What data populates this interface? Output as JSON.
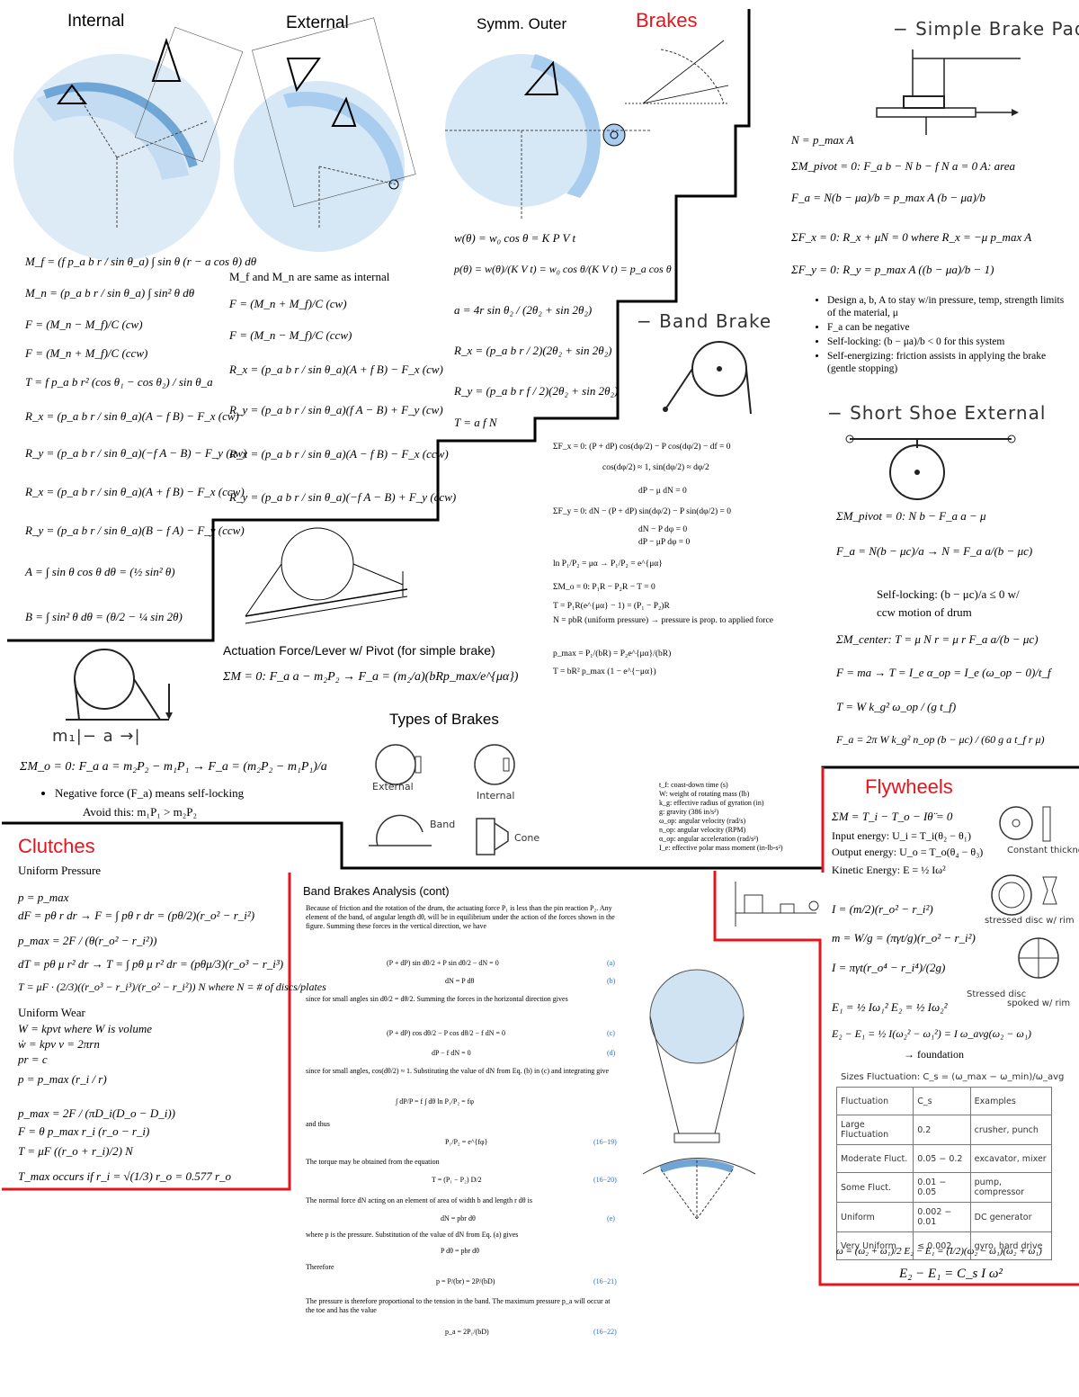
{
  "headers": {
    "internal": "Internal",
    "external": "External",
    "symm_outer": "Symm. Outer",
    "brakes": "Brakes",
    "clutches": "Clutches",
    "flywheels": "Flywheels",
    "types_of_brakes": "Types of Brakes",
    "actuation": "Actuation Force/Lever w/ Pivot (for simple brake)",
    "band_analysis": "Band Brakes Analysis (cont)"
  },
  "colors": {
    "accent_red": "#e8141b",
    "drum_blue": "#cfe3f3",
    "shoe_blue": "#a9cdee",
    "border_black": "#000000"
  },
  "internal_eqs": [
    "M_f = (f p_a b r / sin θ_a) ∫ sin θ (r − a cos θ) dθ",
    "M_n = (p_a b r / sin θ_a) ∫ sin² θ dθ",
    "F = (M_n − M_f)/C  (cw)",
    "F = (M_n + M_f)/C  (ccw)",
    "T = f p_a b r² (cos θ₁ − cos θ₂) / sin θ_a",
    "R_x = (p_a b r / sin θ_a)(A − f B) − F_x  (cw)",
    "R_y = (p_a b r / sin θ_a)(−f A − B) − F_y  (cw)",
    "R_x = (p_a b r / sin θ_a)(A + f B) − F_x  (ccw)",
    "R_y = (p_a b r / sin θ_a)(B − f A) − F_y  (ccw)",
    "A = ∫ sin θ cos θ dθ = (½ sin² θ)",
    "B = ∫ sin² θ dθ = (θ/2 − ¼ sin 2θ)"
  ],
  "external_eqs": [
    "M_f and M_n are same as internal",
    "F = (M_n + M_f)/C  (cw)",
    "F = (M_n − M_f)/C  (ccw)",
    "R_x = (p_a b r / sin θ_a)(A + f B) − F_x  (cw)",
    "R_y = (p_a b r / sin θ_a)(f A − B) + F_y  (cw)",
    "R_x = (p_a b r / sin θ_a)(A − f B) − F_x  (ccw)",
    "R_y = (p_a b r / sin θ_a)(−f A − B) + F_y  (ccw)"
  ],
  "symm_eqs": [
    "w(θ) = w₀ cos θ = K P V t",
    "p(θ) = w(θ)/(K V t) = w₀ cos θ/(K V t) = p_a cos θ",
    "a = 4r sin θ₂ / (2θ₂ + sin 2θ₂)",
    "R_x = (p_a b r / 2)(2θ₂ + sin 2θ₂)",
    "R_y = (p_a b r f / 2)(2θ₂ + sin 2θ₂)",
    "T = a f N"
  ],
  "simple_pad": {
    "title": "− Simple Brake Pad",
    "eqs": [
      "N = p_max A",
      "ΣM_pivot = 0: F_a b − N b − f N a = 0    A: area",
      "F_a = N(b − μa)/b = p_max A (b − μa)/b",
      "ΣF_x = 0: R_x + μN = 0 where R_x = −μ p_max A",
      "ΣF_y = 0: R_y = p_max A ((b − μa)/b − 1)"
    ],
    "bullets": [
      "Design a, b, A to stay w/in pressure, temp, strength limits of the material, μ",
      "F_a can be negative",
      "Self-locking: (b − μa)/b < 0 for this system",
      "Self-energizing: friction assists in applying the brake (gentle stopping)"
    ]
  },
  "short_shoe": {
    "title": "− Short Shoe External",
    "eqs": [
      "ΣM_pivot = 0: N b − F_a a − μ",
      "F_a = N(b − μc)/a → N = F_a a/(b − μc)",
      "Self-locking: (b − μc)/a ≤ 0 w/",
      "ccw motion of drum",
      "ΣM_center: T = μ N r = μ r F_a a/(b − μc)",
      "F = ma → T = I_e α_op = I_e (ω_op − 0)/t_f",
      "T = W k_g² ω_op / (g t_f)",
      "F_a = 2π W k_g² n_op (b − μc) / (60 g a t_f r μ)"
    ]
  },
  "band_brake": {
    "title": "− Band Brake",
    "eqs": [
      "ΣF_x = 0: (P + dP) cos(dφ/2) − P cos(dφ/2) − df = 0",
      "cos(dφ/2) ≈ 1, sin(dφ/2) ≈ dφ/2",
      "dP − μ dN = 0",
      "ΣF_y = 0: dN − (P + dP) sin(dφ/2) − P sin(dφ/2) = 0",
      "dN − P dφ = 0",
      "dP − μP dφ = 0",
      "ln P₁/P₂ = μα → P₁/P₂ = e^{μα}",
      "ΣM_o = 0: P₁R − P₂R − T = 0",
      "T = P₁R(e^{μα} − 1) = (P₁ − P₂)R",
      "N = pbR (uniform pressure) → pressure is prop. to applied force",
      "p_max = P₁/(bR) = P₂e^{μα}/(bR)",
      "T = bR² p_max (1 − e^{−μα})"
    ]
  },
  "actuation": {
    "eq": "ΣM = 0: F_a a − m₂P₂ → F_a = (m₂/a)(bRp_max/e^{μα})"
  },
  "lever": {
    "eq": "ΣM_o = 0: F_a a = m₂P₂ − m₁P₁ → F_a = (m₂P₂ − m₁P₁)/a",
    "bullet": "Negative force (F_a) means self-locking",
    "sub": "Avoid this: m₁P₁ > m₂P₂",
    "hand_label": "m₁|− a →|"
  },
  "brake_types": [
    "External",
    "Internal",
    "Band",
    "Cone"
  ],
  "legend_lines": [
    "t_f: coast-down time (s)",
    "W: weight of rotating mass (lb)",
    "k_g: effective radius of gyration (in)",
    "g: gravity (386 in/s²)",
    "ω_op: angular velocity (rad/s)",
    "n_op: angular velocity (RPM)",
    "α_op: angular acceleration (rad/s²)",
    "I_e: effective polar mass moment (in-lb-s²)"
  ],
  "clutches": {
    "uniform_pressure": "Uniform Pressure",
    "up_eqs": [
      "p = p_max",
      "dF = pθ r dr → F = ∫ pθ r dr = (pθ/2)(r_o² − r_i²)",
      "p_max = 2F / (θ(r_o² − r_i²))",
      "dT = pθ μ r² dr → T = ∫ pθ μ r² dr = (pθμ/3)(r_o³ − r_i³)",
      "T = μF · (2/3)((r_o³ − r_i³)/(r_o² − r_i²)) N where N = # of discs/plates"
    ],
    "uniform_wear": "Uniform Wear",
    "uw_eqs": [
      "W = kpvt where W is volume",
      "ẇ = kpv    v = 2πrn",
      "pr = c",
      "p = p_max (r_i / r)",
      "p_max = 2F / (πD_i(D_o − D_i))",
      "F = θ p_max r_i (r_o − r_i)",
      "T = μF ((r_o + r_i)/2) N",
      "T_max occurs if r_i = √(1/3) r_o = 0.577 r_o"
    ]
  },
  "band_cont": {
    "paras": [
      "Because of friction and the rotation of the drum, the actuating force P₁ is less than the pin reaction P₂. Any element of the band, of angular length dθ, will be in equilibrium under the action of the forces shown in the figure. Summing these forces in the vertical direction, we have",
      "since for small angles sin dθ/2 = dθ/2. Summing the forces in the horizontal direction gives",
      "since for small angles, cos(dθ/2) ≈ 1. Substituting the value of dN from Eq. (b) in (c) and integrating give",
      "and thus",
      "The torque may be obtained from the equation",
      "The normal force dN acting on an element of area of width b and length r dθ is",
      "where p is the pressure. Substitution of the value of dN from Eq. (a) gives",
      "Therefore",
      "The pressure is therefore proportional to the tension in the band. The maximum pressure p_a will occur at the toe and has the value"
    ],
    "eqs": [
      "(P + dP) sin dθ/2 + P sin dθ/2 − dN = 0",
      "dN = P dθ",
      "(P + dP) cos dθ/2 − P cos dθ/2 − f dN = 0",
      "dP − f dN = 0",
      "∫ dP/P = f ∫ dθ    ln P₁/P₂ = fφ",
      "P₁/P₂ = e^{fφ}",
      "T = (P₁ − P₂) D/2",
      "dN = pbr dθ",
      "P dθ = pbr dθ",
      "p = P/(br) = 2P/(bD)",
      "p_a = 2P₁/(bD)"
    ],
    "eq_nums": [
      "(a)",
      "(b)",
      "(c)",
      "(d)",
      "(16−19)",
      "(16−20)",
      "(e)",
      "(16−21)",
      "(16−22)"
    ]
  },
  "flywheels": {
    "eqs": [
      "ΣM = T_i − T_o − Iθ̈ = 0",
      "Input energy: U_i = T_i(θ₂ − θ₁)",
      "Output energy: U_o = T_o(θ₄ − θ₃)",
      "Kinetic Energy: E = ½ Iω²",
      "I = (m/2)(r_o² − r_i²)",
      "m = W/g = (πγt/g)(r_o² − r_i²)",
      "I = πγt(r_o⁴ − r_i⁴)/(2g)",
      "E₁ = ½ Iω₁²    E₂ = ½ Iω₂²",
      "E₂ − E₁ = ½ I(ω₂² − ω₁²) = I ω_avg(ω₂ − ω₁)",
      "→ foundation",
      "ω = (ω₂ + ω₁)/2    E₂ − E₁ = (I/2)(ω₂ − ω₁)(ω₂ + ω₁)",
      "E₂ − E₁ = C_s I ω²"
    ],
    "hand_notes": [
      "Constant thickness",
      "stressed disc w/ rim",
      "Stressed disc",
      "spoked w/ rim"
    ],
    "table_title": "Sizes Fluctuation: C_s = (ω_max − ω_min)/ω_avg",
    "table_headers": [
      "Fluctuation",
      "C_s",
      "Examples"
    ],
    "table_rows": [
      [
        "Large Fluctuation",
        "0.2",
        "crusher, punch"
      ],
      [
        "Moderate Fluct.",
        "0.05 − 0.2",
        "excavator, mixer"
      ],
      [
        "Some Fluct.",
        "0.01 − 0.05",
        "pump, compressor"
      ],
      [
        "Uniform",
        "0.002 − 0.01",
        "DC generator"
      ],
      [
        "Very Uniform",
        "≤ 0.002",
        "gyro, hard drive"
      ]
    ]
  }
}
